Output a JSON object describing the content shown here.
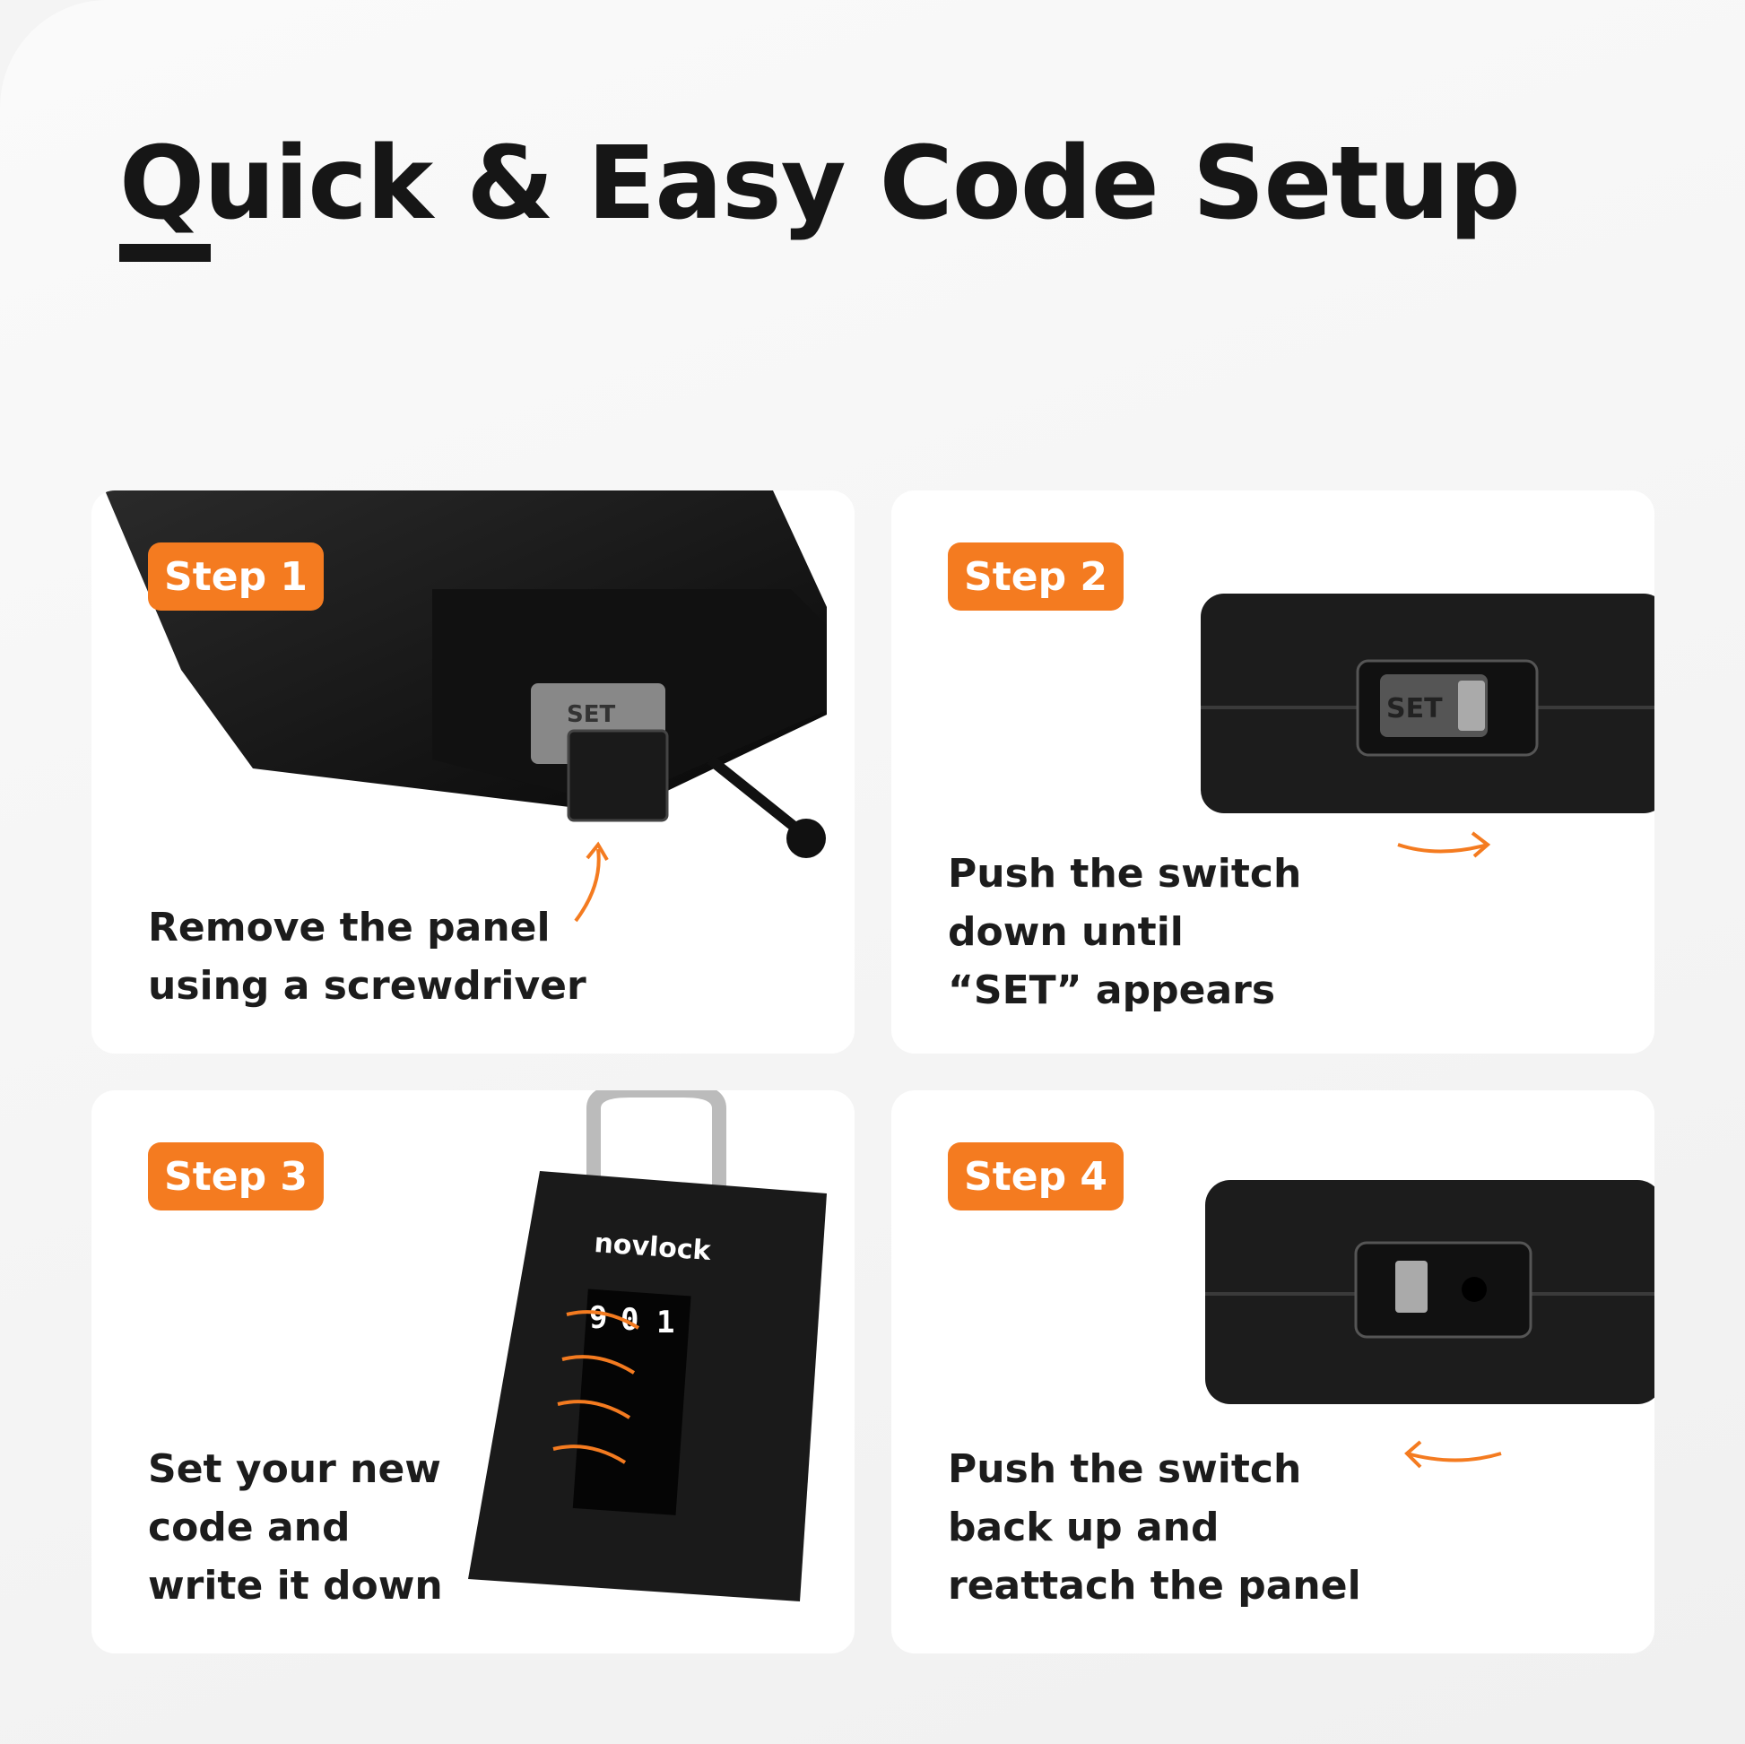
{
  "header": {
    "title": "Quick & Easy Code Setup"
  },
  "steps": [
    {
      "badge": "Step 1",
      "lines": [
        "Remove the panel",
        "using a screwdriver"
      ],
      "set_label": "SET"
    },
    {
      "badge": "Step 2",
      "lines": [
        "Push the switch",
        "down until",
        "“SET” appears"
      ],
      "set_label": "SET"
    },
    {
      "badge": "Step 3",
      "lines": [
        "Set your new",
        "code and",
        "write it down"
      ],
      "brand": "novlock",
      "dial_digits": [
        "9",
        "0",
        "1"
      ]
    },
    {
      "badge": "Step 4",
      "lines": [
        "Push the switch",
        "back up and",
        "reattach the panel"
      ]
    }
  ],
  "colors": {
    "accent": "#f47b20",
    "text": "#161616"
  }
}
